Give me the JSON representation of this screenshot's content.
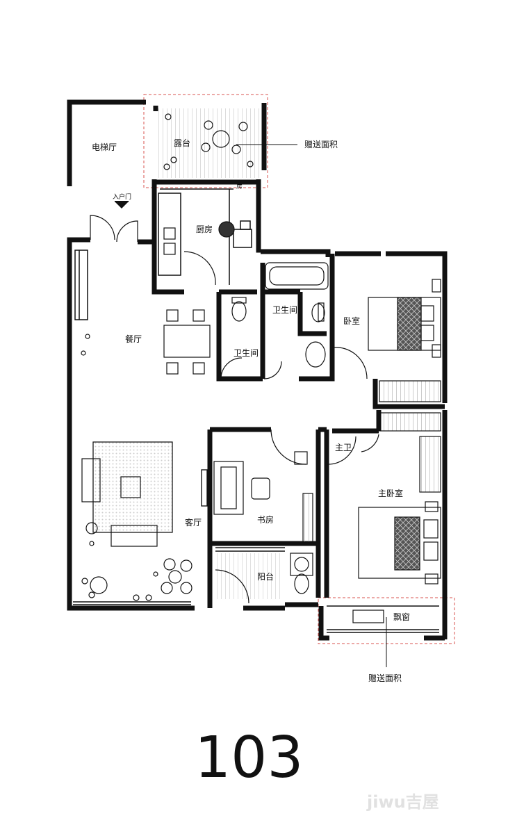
{
  "plan": {
    "unit_number": "103",
    "watermark": "jiwu吉屋",
    "entrance_label": "入户门",
    "gift_area_label_top": "赠送面积",
    "gift_area_label_bottom": "赠送面积"
  },
  "rooms": {
    "elevator_hall": "电梯厅",
    "terrace": "露台",
    "kitchen": "厨房",
    "kitchen_top": "房",
    "dining": "餐厅",
    "bath_1": "卫生间",
    "bath_2": "卫生间",
    "bedroom": "卧室",
    "master_bath": "主卫",
    "master_bedroom": "主卧室",
    "living": "客厅",
    "study": "书房",
    "balcony": "阳台",
    "bay_window": "飘窗"
  },
  "colors": {
    "wall": "#111111",
    "gift_outline": "#d9534f",
    "hatch": "#888888"
  }
}
